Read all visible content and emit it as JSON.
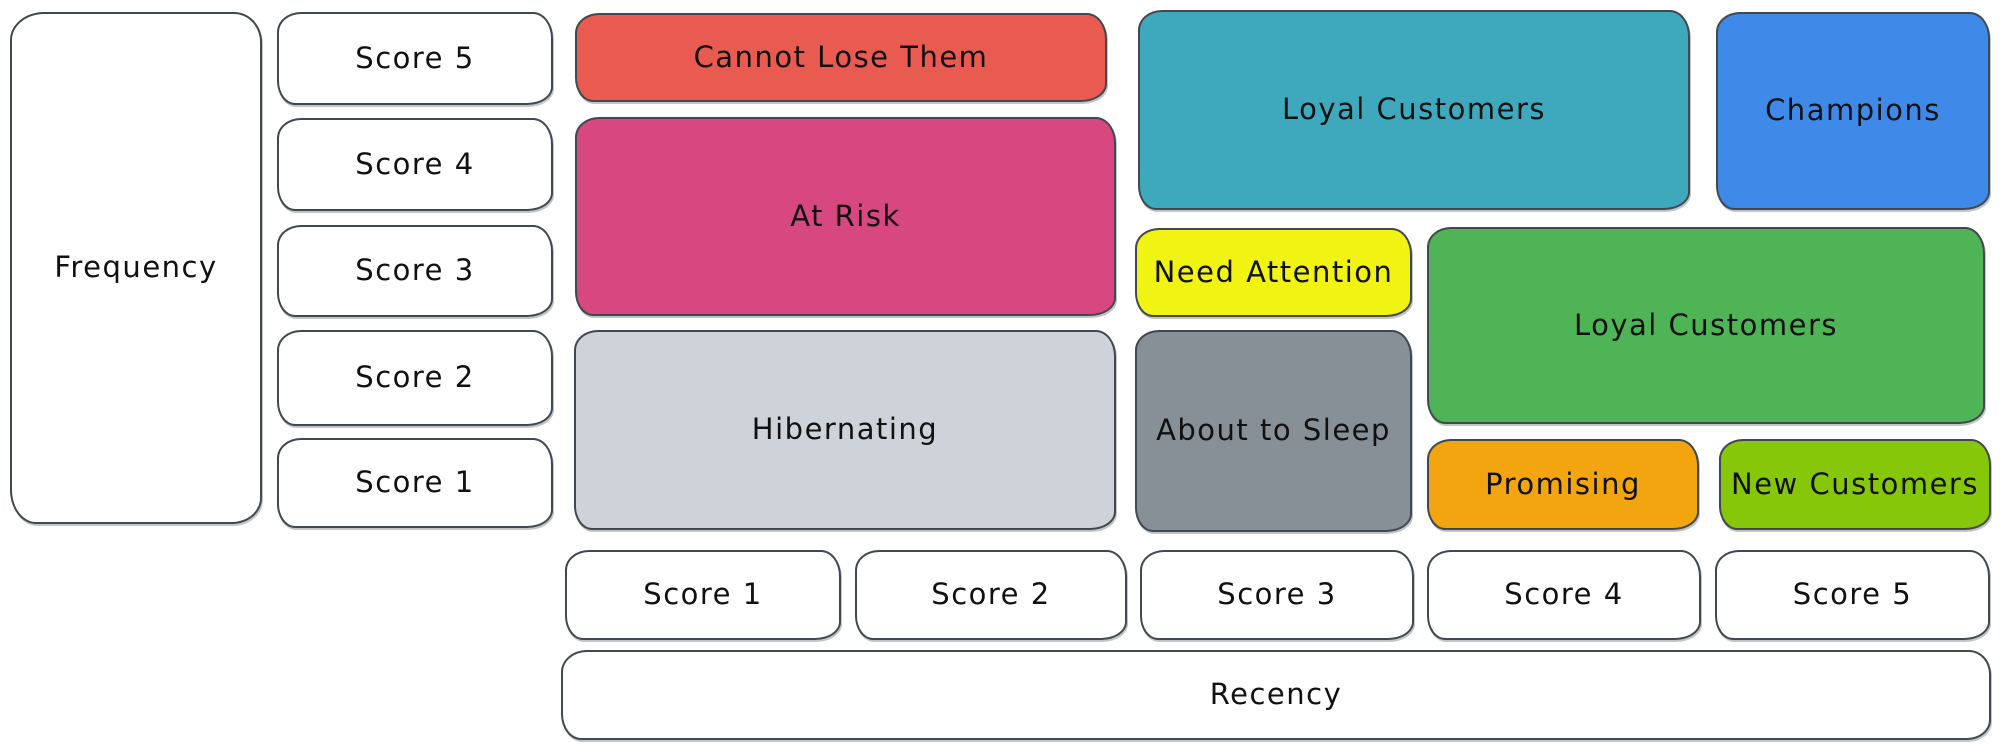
{
  "diagram": {
    "y_axis": {
      "label": "Frequency",
      "scores": [
        "Score 5",
        "Score 4",
        "Score 3",
        "Score 2",
        "Score 1"
      ]
    },
    "x_axis": {
      "label": "Recency",
      "scores": [
        "Score 1",
        "Score 2",
        "Score 3",
        "Score 4",
        "Score 5"
      ]
    },
    "segments": [
      {
        "label": "Cannot Lose Them",
        "fill": "#e95b51",
        "text_color": "#111111",
        "recency_span": [
          1,
          2
        ],
        "frequency_span": [
          5,
          5
        ]
      },
      {
        "label": "At Risk",
        "fill": "#d6487f",
        "text_color": "#111111",
        "recency_span": [
          1,
          2
        ],
        "frequency_span": [
          3,
          4
        ]
      },
      {
        "label": "Hibernating",
        "fill": "#ced3d9",
        "text_color": "#111111",
        "recency_span": [
          1,
          2
        ],
        "frequency_span": [
          1,
          2
        ]
      },
      {
        "label": "Loyal Customers",
        "fill": "#3ea9bd",
        "text_color": "#111111",
        "recency_span": [
          3,
          4
        ],
        "frequency_span": [
          4,
          5
        ]
      },
      {
        "label": "Champions",
        "fill": "#3f8ae8",
        "text_color": "#111111",
        "recency_span": [
          5,
          5
        ],
        "frequency_span": [
          4,
          5
        ]
      },
      {
        "label": "Need Attention",
        "fill": "#f1f313",
        "text_color": "#111111",
        "recency_span": [
          3,
          3
        ],
        "frequency_span": [
          3,
          3
        ]
      },
      {
        "label": "Loyal Customers",
        "fill": "#4fb455",
        "text_color": "#111111",
        "recency_span": [
          4,
          5
        ],
        "frequency_span": [
          2,
          3
        ]
      },
      {
        "label": "About to Sleep",
        "fill": "#878f97",
        "text_color": "#111111",
        "recency_span": [
          3,
          3
        ],
        "frequency_span": [
          1,
          2
        ]
      },
      {
        "label": "Promising",
        "fill": "#f2a50f",
        "text_color": "#111111",
        "recency_span": [
          4,
          4
        ],
        "frequency_span": [
          1,
          1
        ]
      },
      {
        "label": "New Customers",
        "fill": "#87c70a",
        "text_color": "#111111",
        "recency_span": [
          5,
          5
        ],
        "frequency_span": [
          1,
          1
        ]
      }
    ]
  }
}
